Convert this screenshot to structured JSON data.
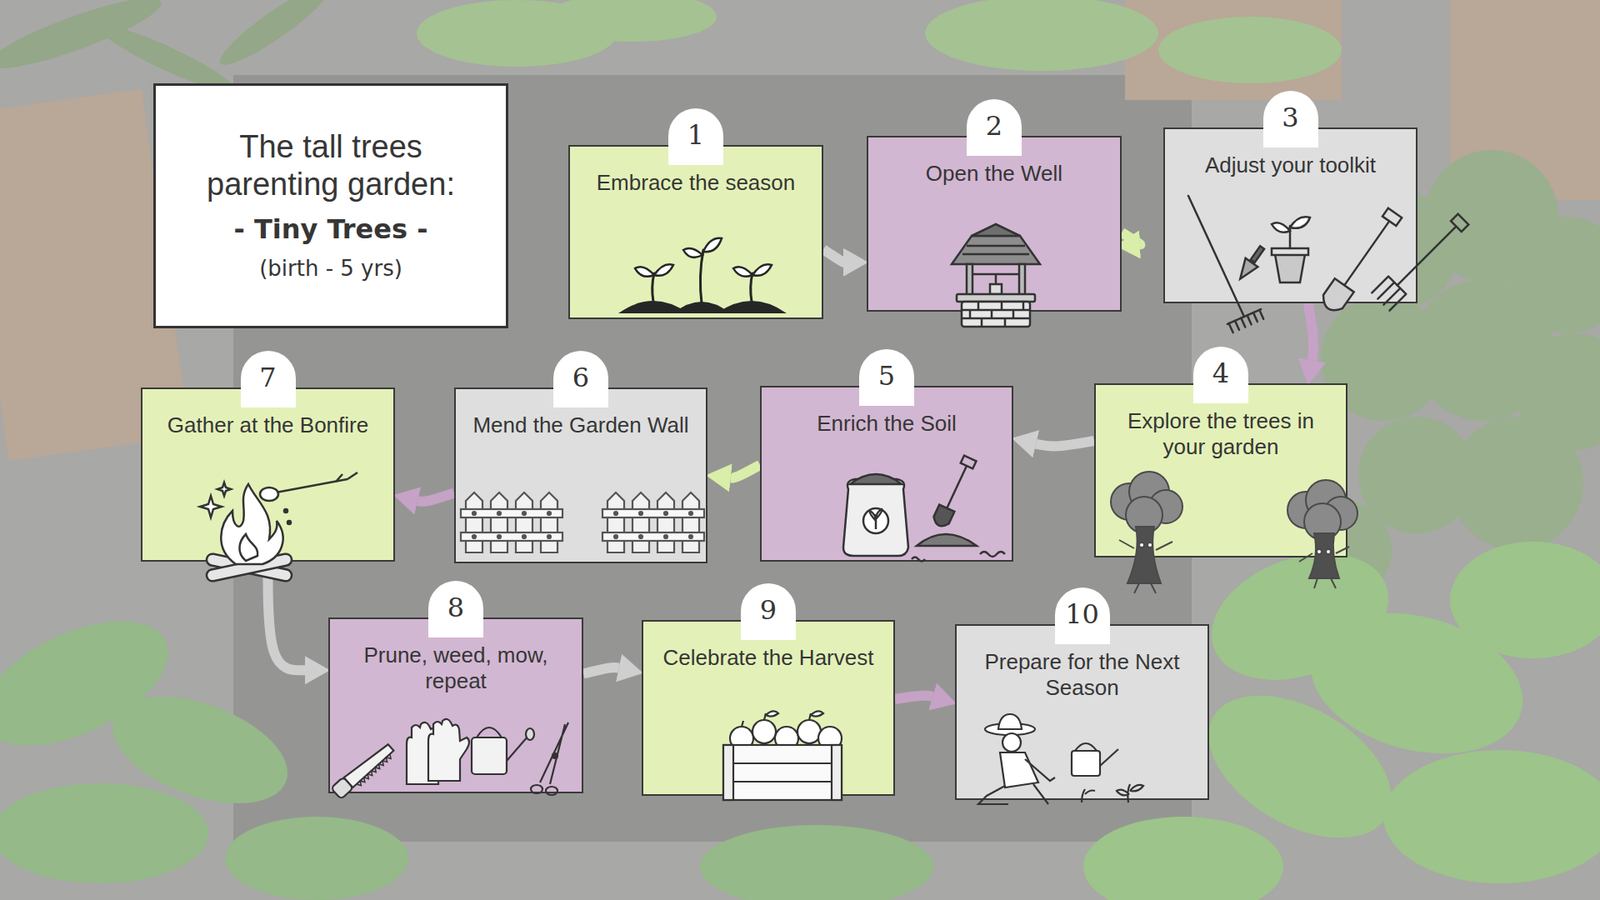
{
  "diagram": {
    "nodes": [
      {
        "text": [
          "The tall trees parenting garden:",
          "- Tiny Trees -",
          "(birth - 5 yrs)"
        ]
      },
      {
        "text": [
          "1",
          "Embrace the season"
        ]
      },
      {
        "text": [
          "2",
          "Open the Well"
        ]
      },
      {
        "text": [
          "3",
          "Adjust your toolkit"
        ]
      },
      {
        "text": [
          "4",
          "Explore the trees in your garden"
        ]
      },
      {
        "text": [
          "5",
          "Enrich the Soil"
        ]
      },
      {
        "text": [
          "6",
          "Mend the Garden Wall"
        ]
      },
      {
        "text": [
          "7",
          "Gather at the Bonfire"
        ]
      },
      {
        "text": [
          "8",
          "Prune, weed, mow, repeat"
        ]
      },
      {
        "text": [
          "9",
          "Celebrate the Harvest"
        ]
      },
      {
        "text": [
          "10",
          "Prepare for the Next Season"
        ]
      }
    ],
    "edges": [
      {
        "from": 1,
        "to": 2,
        "arrow": "to"
      },
      {
        "from": 2,
        "to": 3,
        "arrow": "to"
      },
      {
        "from": 3,
        "to": 4,
        "arrow": "to"
      },
      {
        "from": 4,
        "to": 5,
        "arrow": "to"
      },
      {
        "from": 5,
        "to": 6,
        "arrow": "to"
      },
      {
        "from": 6,
        "to": 7,
        "arrow": "to"
      },
      {
        "from": 7,
        "to": 8,
        "arrow": "to"
      },
      {
        "from": 8,
        "to": 9,
        "arrow": "to"
      },
      {
        "from": 9,
        "to": 10,
        "arrow": "to"
      }
    ]
  }
}
